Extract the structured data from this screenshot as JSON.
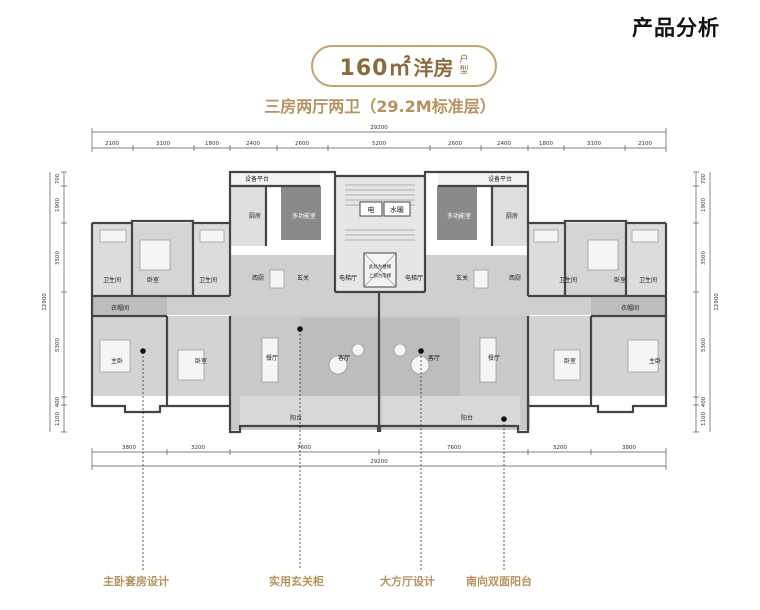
{
  "header": {
    "title": "产品分析"
  },
  "badge": {
    "size": "160㎡",
    "type": "洋房",
    "sub1": "户",
    "sub2": "型"
  },
  "subtitle": "三房两厅两卫（29.2M标准层）",
  "dimensions": {
    "total_top": "29200",
    "total_bottom": "29200",
    "top_segments": [
      "2100",
      "3100",
      "1800",
      "2400",
      "2600",
      "5200",
      "2600",
      "2400",
      "1800",
      "3100",
      "2100"
    ],
    "bottom_segments": [
      "3800",
      "3200",
      "7600",
      "7600",
      "3200",
      "3800"
    ],
    "left_segments": [
      "700",
      "1900",
      "3500",
      "5300",
      "400",
      "1100"
    ],
    "right_segments": [
      "700",
      "1900",
      "3500",
      "5300",
      "400",
      "1100"
    ],
    "left_total": "12900",
    "right_total": "12900"
  },
  "rooms": {
    "equipment_left": "设备平台",
    "equipment_right": "设备平台",
    "kitchen_left": "厨房",
    "kitchen_right": "厨房",
    "multi_left": "多功能室",
    "multi_right": "多功能室",
    "elec": "电",
    "water": "水暖",
    "elevator_hall_left": "电梯厅",
    "elevator_hall_right": "电梯厅",
    "stair_note_1": "此处为楼梯",
    "stair_note_2": "上部为电梯",
    "bath_left_1": "卫生间",
    "bath_left_2": "卫生间",
    "bath_right_1": "卫生间",
    "bath_right_2": "卫生间",
    "bed_left_1": "卧室",
    "bed_right_1": "卧室",
    "cloak_left": "衣帽间",
    "cloak_right": "衣帽间",
    "master_left": "主卧",
    "master_right": "主卧",
    "bed_left_2": "卧室",
    "bed_right_2": "卧室",
    "west_kitchen_left": "西厨",
    "west_kitchen_right": "西厨",
    "entry_left": "玄关",
    "entry_right": "玄关",
    "dining_left": "餐厅",
    "dining_right": "餐厅",
    "living_left": "客厅",
    "living_right": "客厅",
    "balcony_left": "阳台",
    "balcony_right": "阳台"
  },
  "features": [
    "主卧套房设计",
    "实用玄关柜",
    "大方厅设计",
    "南向双面阳台"
  ],
  "colors": {
    "accent": "#b4935f",
    "badge_border": "#c2a372",
    "floor": "#cfcfcf",
    "room": "#d9d9d9",
    "dark_room": "#8a8a8a"
  }
}
